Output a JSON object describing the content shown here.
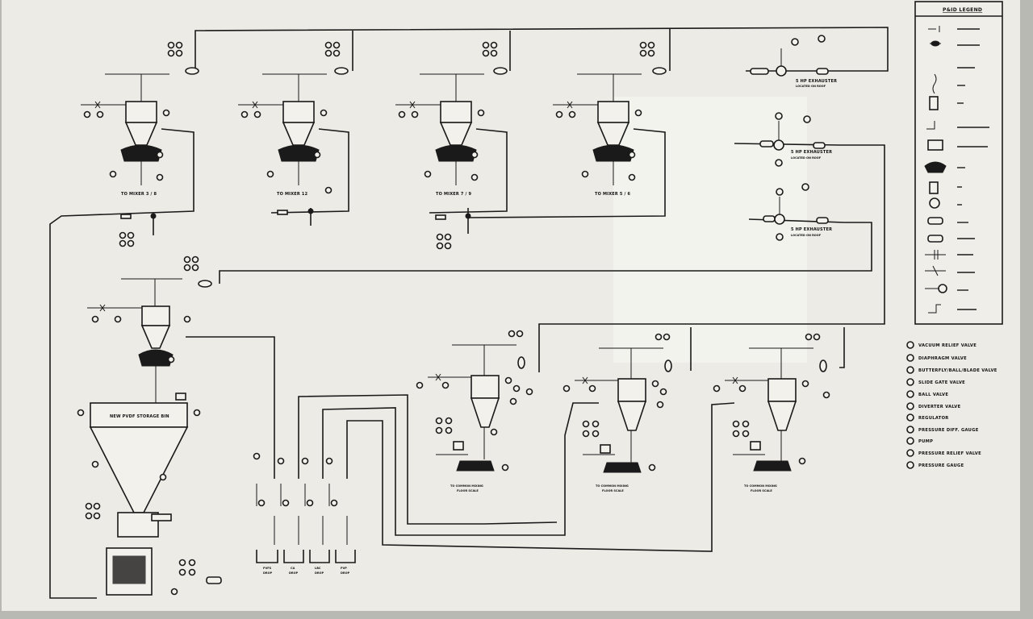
{
  "legend": {
    "title": "P&ID LEGEND",
    "key": [
      {
        "symbol": "vacuum-relief-valve",
        "label": "VACUUM RELIEF VALVE"
      },
      {
        "symbol": "diaphragm-valve",
        "label": "DIAPHRAGM VALVE"
      },
      {
        "symbol": "butterfly-valve",
        "label": "BUTTERFLY/BALL/BLADE VALVE"
      },
      {
        "symbol": "slide-gate-valve",
        "label": "SLIDE GATE VALVE"
      },
      {
        "symbol": "ball-valve",
        "label": "BALL VALVE"
      },
      {
        "symbol": "diverter-valve",
        "label": "DIVERTER VALVE"
      },
      {
        "symbol": "regulator",
        "label": "REGULATOR"
      },
      {
        "symbol": "pressure-diff-gauge",
        "label": "PRESSURE DIFF. GAUGE"
      },
      {
        "symbol": "pump",
        "label": "PUMP"
      },
      {
        "symbol": "pressure-relief-valve",
        "label": "PRESSURE RELIEF VALVE"
      },
      {
        "symbol": "pressure-gauge",
        "label": "PRESSURE GAUGE"
      }
    ]
  },
  "exhausters": [
    {
      "line1": "5 HP EXHAUSTER",
      "line2": "LOCATED ON ROOF"
    },
    {
      "line1": "5 HP EXHAUSTER",
      "line2": "LOCATED ON ROOF"
    },
    {
      "line1": "5 HP EXHAUSTER",
      "line2": "LOCATED ON ROOF"
    }
  ],
  "receivers_top": [
    {
      "label": "TO MIXER 3 / 8"
    },
    {
      "label": "TO MIXER 12"
    },
    {
      "label": "TO MIXER 7 / 9"
    },
    {
      "label": "TO MIXER 5 / 6"
    }
  ],
  "receivers_bottom": [
    {
      "label": "TO COMMON MIXING",
      "label2": "FLOOR SCALE"
    },
    {
      "label": "TO COMMON MIXING",
      "label2": "FLOOR SCALE"
    },
    {
      "label": "TO COMMON MIXING",
      "label2": "FLOOR SCALE"
    }
  ],
  "storage_bin": {
    "label": "NEW PVDF STORAGE BIN"
  },
  "drop_hoppers": [
    {
      "label": "PVFS",
      "label2": "DROP"
    },
    {
      "label": "CA",
      "label2": "DROP"
    },
    {
      "label": "LBC",
      "label2": "DROP"
    },
    {
      "label": "PVP",
      "label2": "DROP"
    }
  ]
}
